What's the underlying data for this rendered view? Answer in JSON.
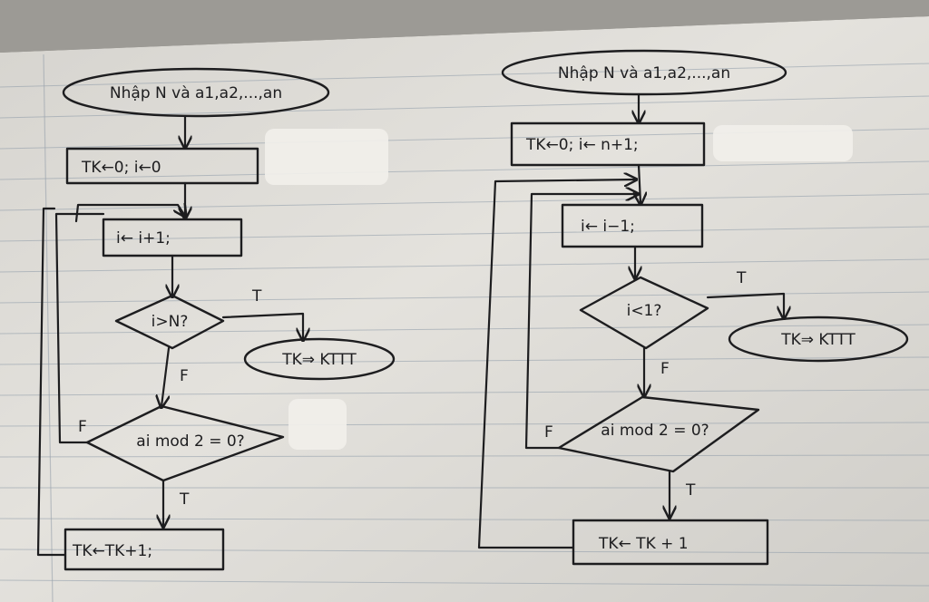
{
  "left_flowchart": {
    "start": "Nhập N và a1,a2,...,an",
    "init": "TK←0; i←0",
    "increment": "i← i+1;",
    "condition_end": "i>N?",
    "end": "TK⇒ KTTT",
    "condition_even": "ai mod 2 = 0?",
    "accumulate": "TK←TK+1;",
    "label_true_end": "T",
    "label_false_end": "F",
    "label_false_even": "F",
    "label_true_even": "T"
  },
  "right_flowchart": {
    "start": "Nhập N và a1,a2,...,an",
    "init": "TK←0; i← n+1;",
    "decrement": "i← i−1;",
    "condition_end": "i<1?",
    "end": "TK⇒ KTTT",
    "condition_even": "ai mod 2 = 0?",
    "accumulate": "TK← TK + 1",
    "label_true_end": "T",
    "label_false_end": "F",
    "label_false_even": "F",
    "label_true_even": "T"
  }
}
